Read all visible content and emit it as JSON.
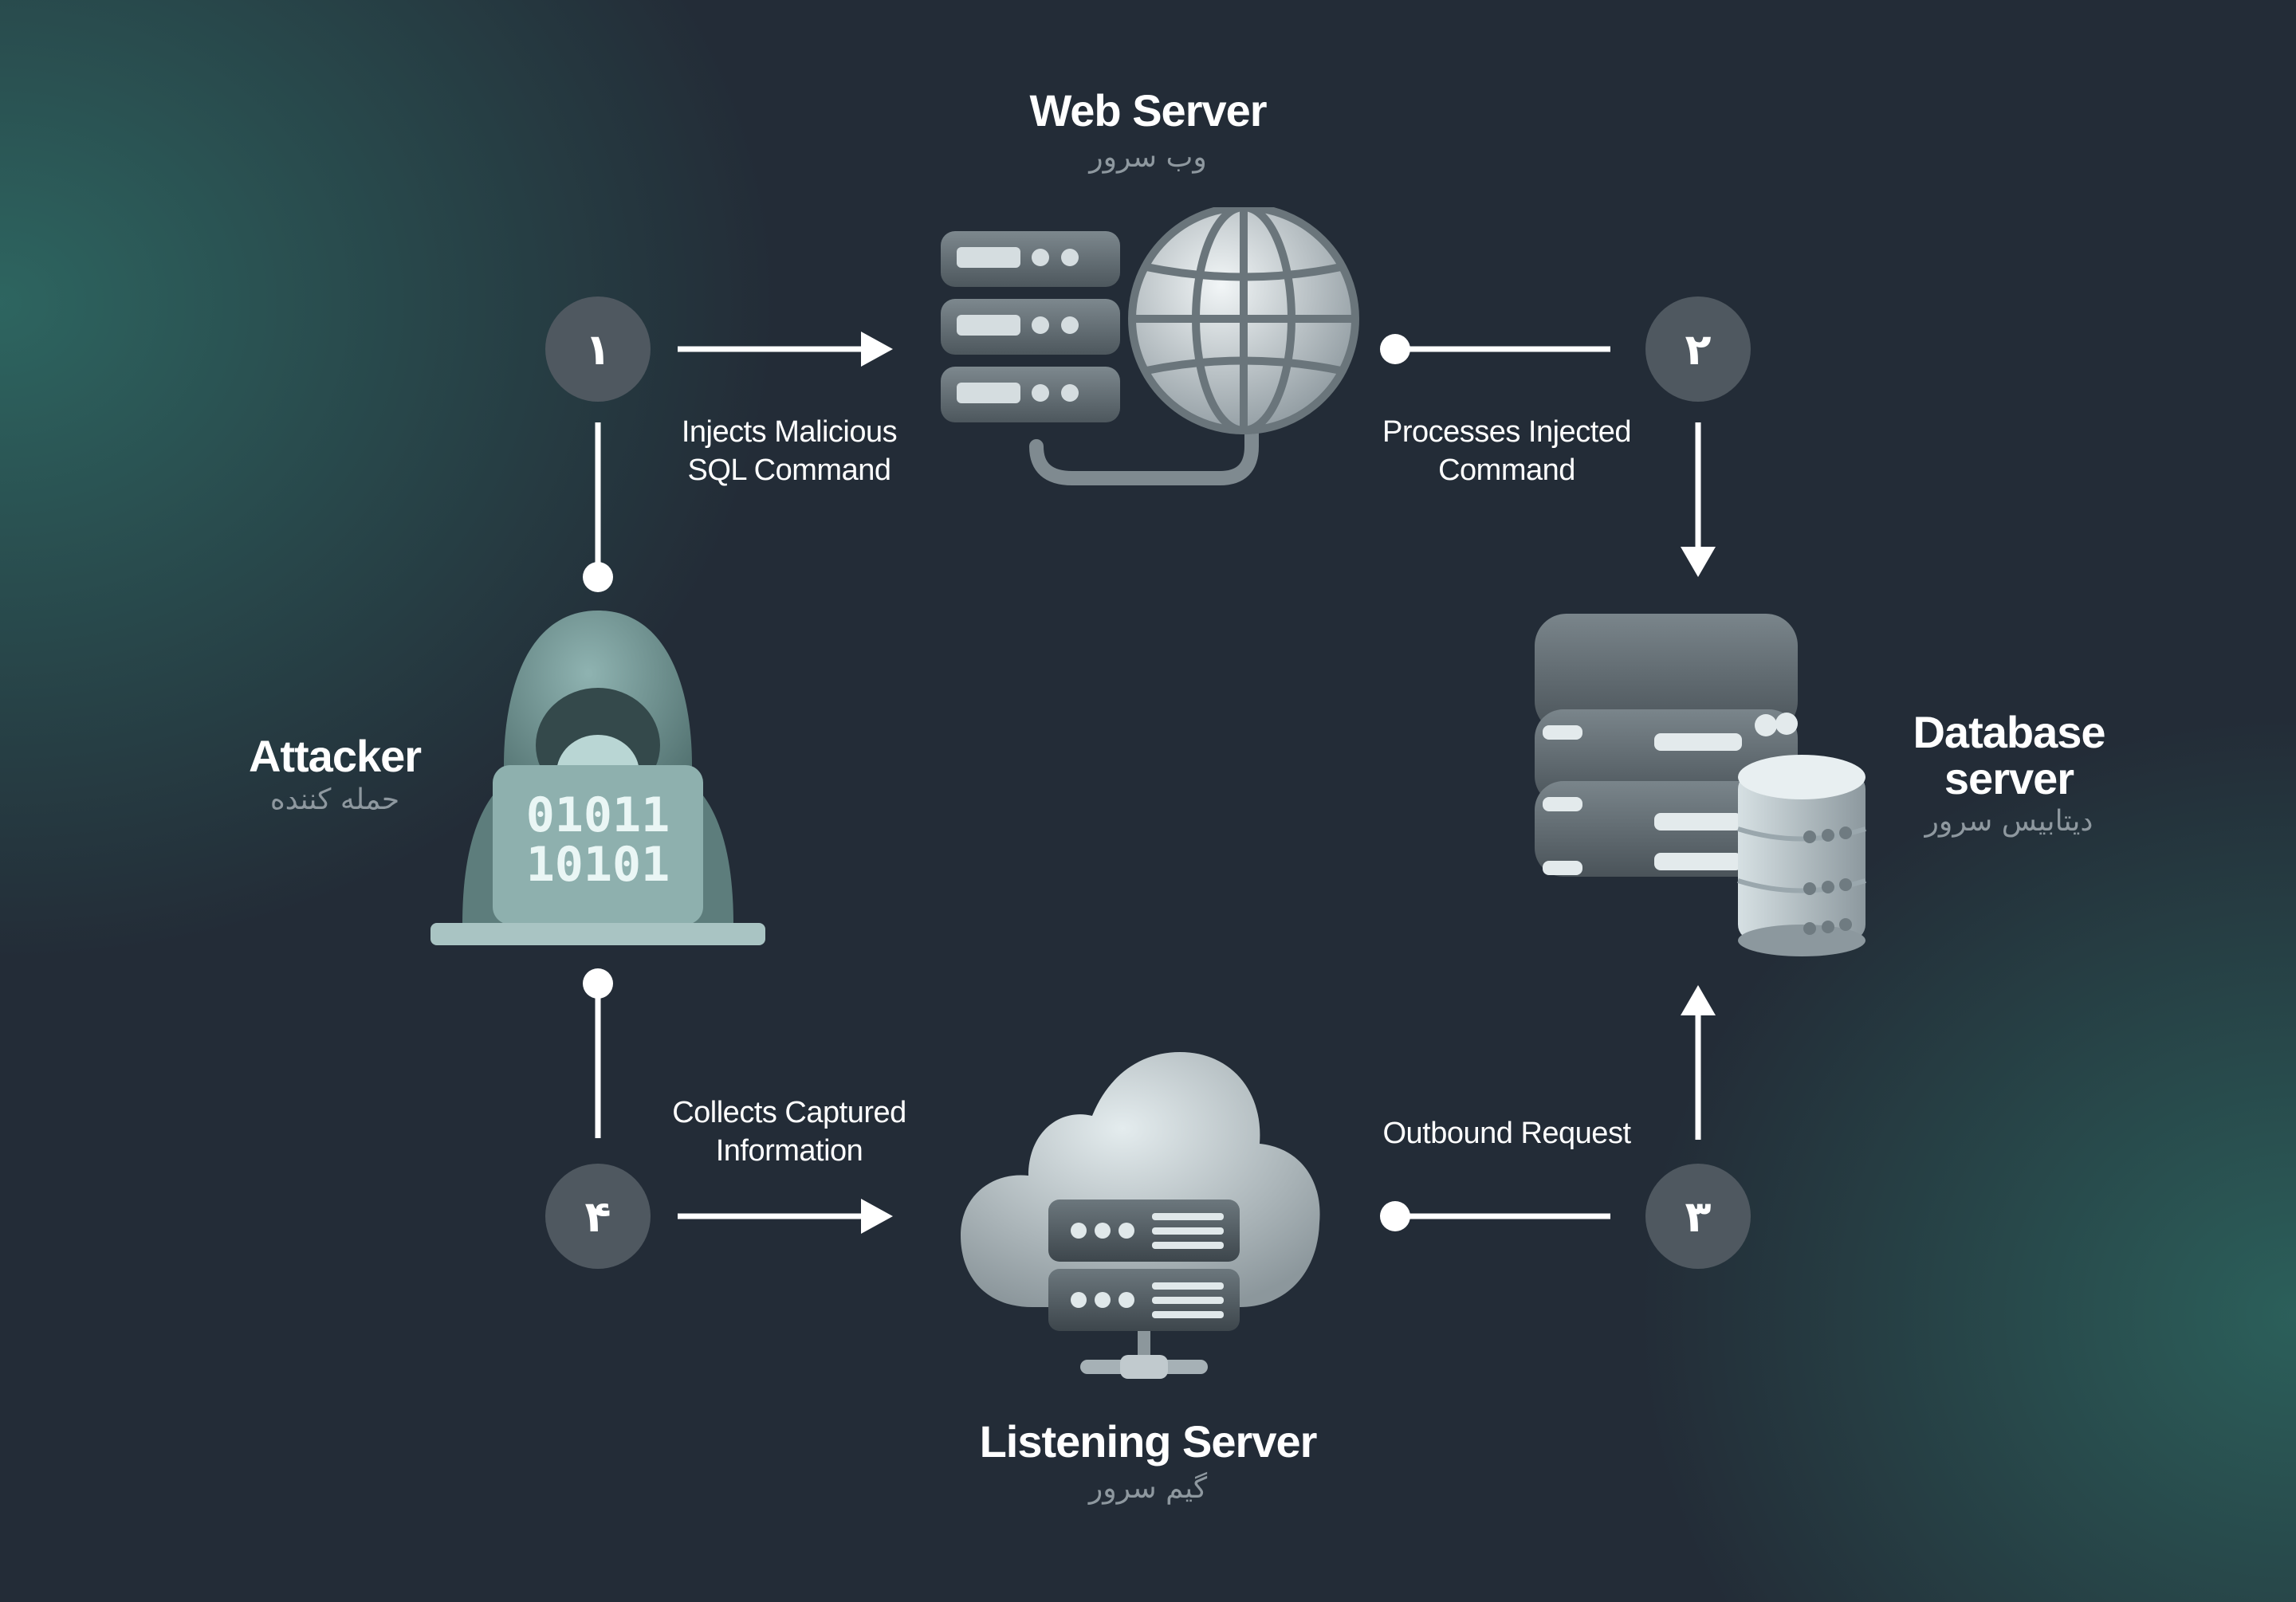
{
  "nodes": {
    "web_server": {
      "title": "Web Server",
      "subtitle": "وب سرور"
    },
    "attacker": {
      "title": "Attacker",
      "subtitle": "حمله کننده",
      "laptop_line1": "01011",
      "laptop_line2": "10101"
    },
    "database_server": {
      "title_line1": "Database",
      "title_line2": "server",
      "subtitle": "دیتابیس سرور"
    },
    "listening_server": {
      "title": "Listening Server",
      "subtitle": "گیم سرور"
    }
  },
  "steps": [
    {
      "number": "۱",
      "label_line1": "Injects Malicious",
      "label_line2": "SQL Command"
    },
    {
      "number": "۲",
      "label_line1": "Processes Injected",
      "label_line2": "Command"
    },
    {
      "number": "۳",
      "label_line1": "Outbound Request",
      "label_line2": ""
    },
    {
      "number": "۴",
      "label_line1": "Collects Captured",
      "label_line2": "Information"
    }
  ],
  "colors": {
    "background": "#232c37",
    "accent_teal": "#2e6862",
    "badge": "#4f5860",
    "connector": "#ffffff",
    "icon_metal": "#6b767c",
    "icon_light": "#c9d4d8"
  }
}
